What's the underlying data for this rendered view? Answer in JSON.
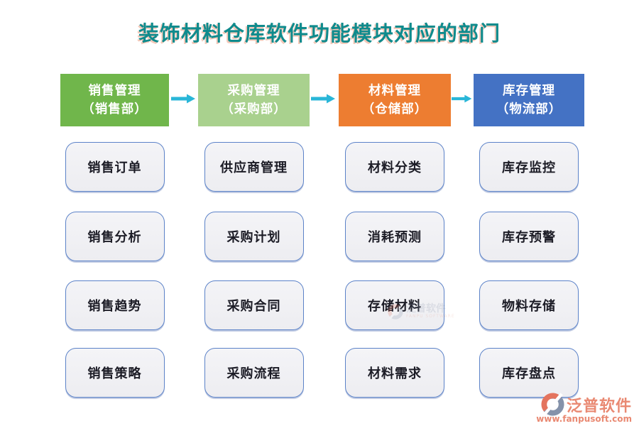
{
  "title": "装饰材料仓库软件功能模块对应的部门",
  "colors": {
    "title": "#0f8b8d",
    "arrow": "#29b6d8",
    "box_border": "#5b82c8",
    "header_text": "#ffffff",
    "logo_red": "#e4745e",
    "logo_gray": "#8492aa",
    "brand": "#e98972"
  },
  "columns": [
    {
      "header": "销售管理",
      "dept": "（销售部）",
      "color": "#70b64b",
      "items": [
        "销售订单",
        "销售分析",
        "销售趋势",
        "销售策略"
      ]
    },
    {
      "header": "采购管理",
      "dept": "（采购部）",
      "color": "#a9d18e",
      "items": [
        "供应商管理",
        "采购计划",
        "采购合同",
        "采购流程"
      ]
    },
    {
      "header": "材料管理",
      "dept": "（仓储部）",
      "color": "#ed7d31",
      "items": [
        "材料分类",
        "消耗预测",
        "存储材料",
        "材料需求"
      ]
    },
    {
      "header": "库存管理",
      "dept": "（物流部）",
      "color": "#4472c4",
      "items": [
        "库存监控",
        "库存预警",
        "物料存储",
        "库存盘点"
      ]
    }
  ],
  "watermark": {
    "brand": "泛普软件",
    "sub": "FANPU SOFTWARE"
  },
  "footer": {
    "brand": "泛普软件",
    "url": "www.fanpusoft.com"
  }
}
